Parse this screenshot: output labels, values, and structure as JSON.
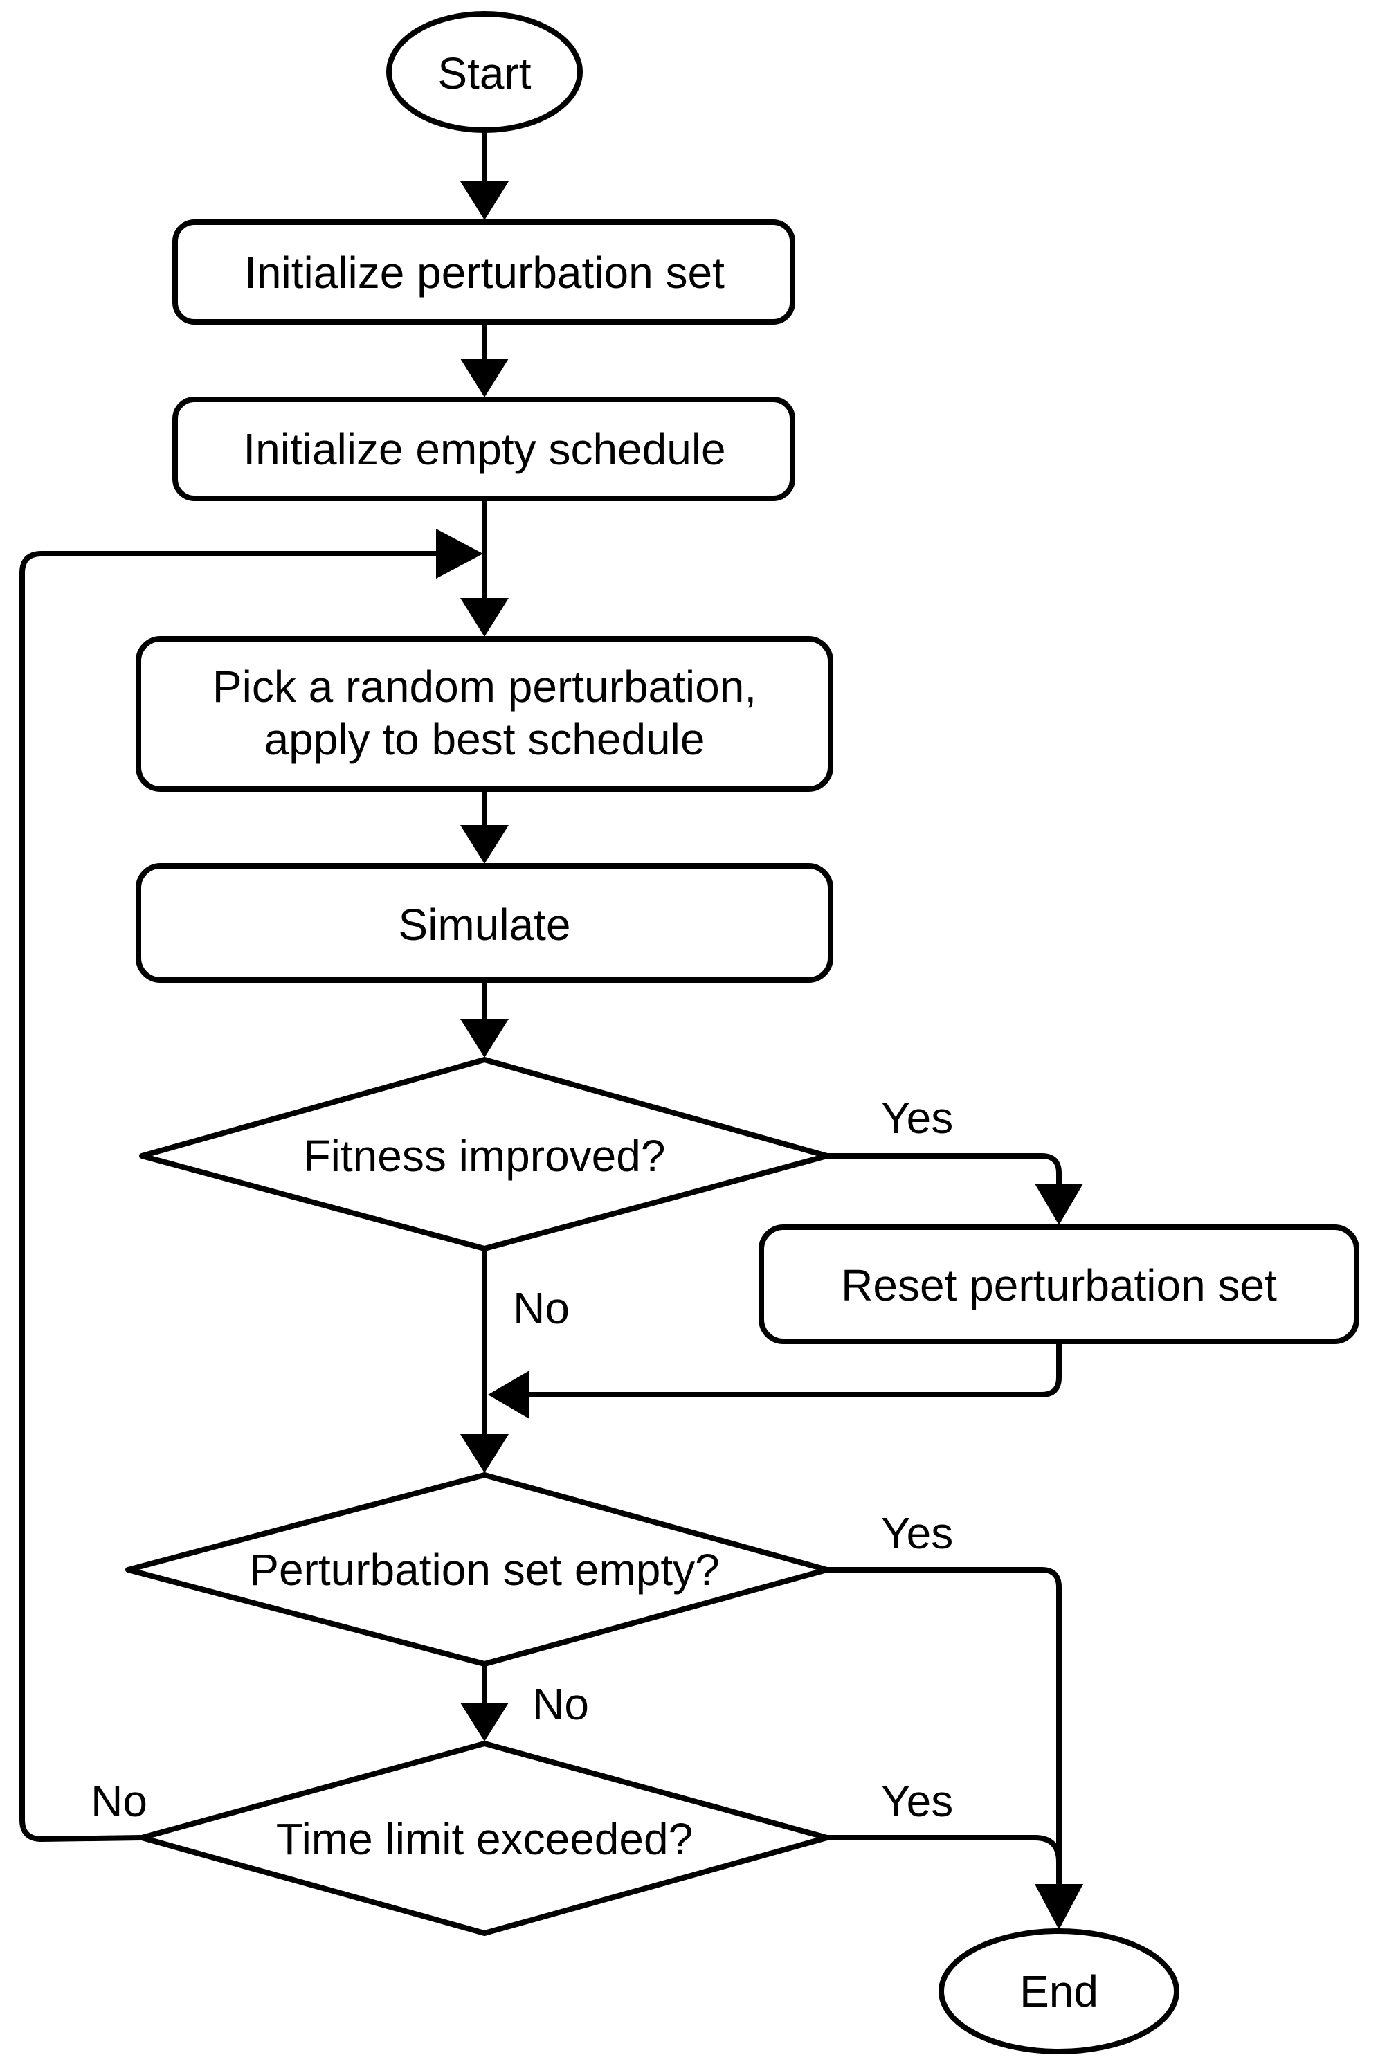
{
  "nodes": {
    "start": "Start",
    "init_set": "Initialize perturbation set",
    "init_schedule": "Initialize empty schedule",
    "pick_line1": "Pick a random perturbation,",
    "pick_line2": "apply to best schedule",
    "simulate": "Simulate",
    "fitness": "Fitness improved?",
    "reset": "Reset perturbation set",
    "set_empty": "Perturbation set empty?",
    "time_limit": "Time limit exceeded?",
    "end": "End"
  },
  "edge_labels": {
    "fitness_yes": "Yes",
    "fitness_no": "No",
    "set_empty_yes": "Yes",
    "set_empty_no": "No",
    "time_yes": "Yes",
    "time_no": "No"
  }
}
